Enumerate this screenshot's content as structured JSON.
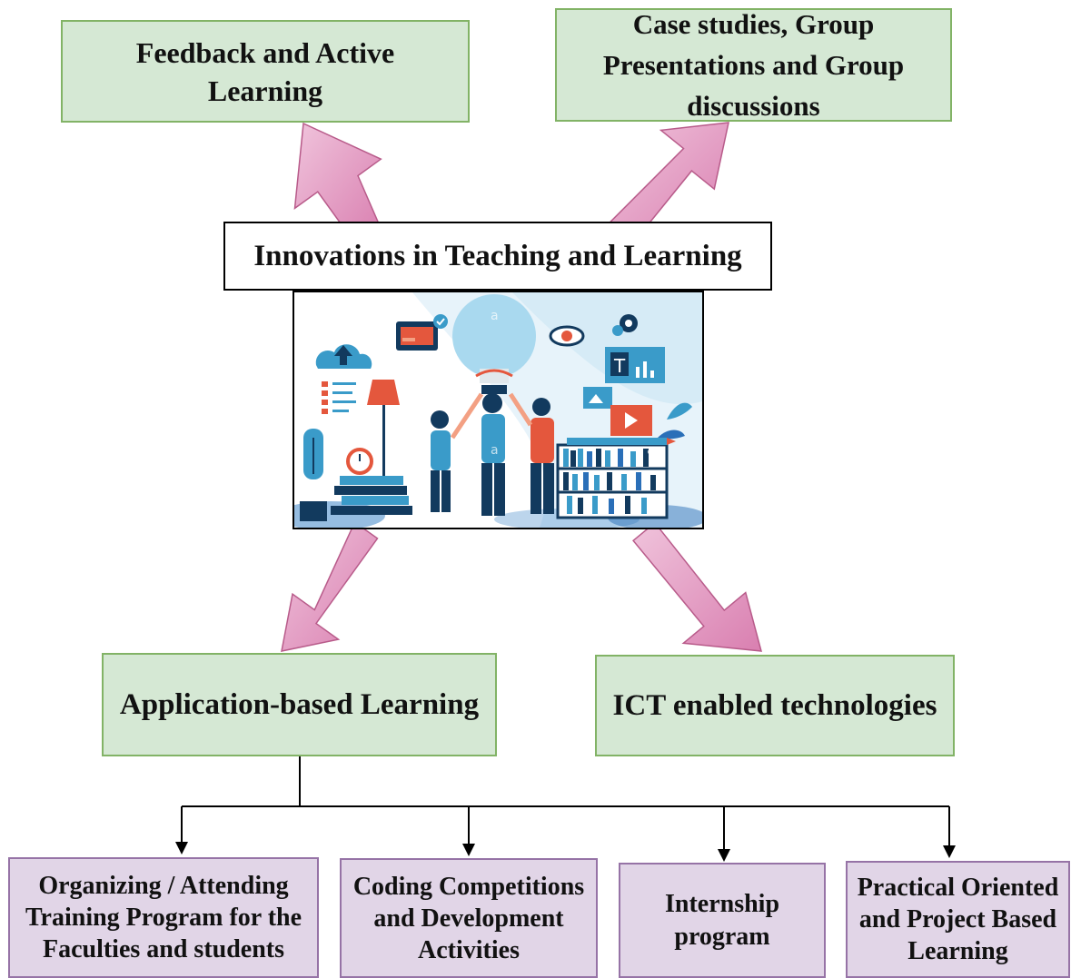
{
  "diagram": {
    "center_title": "Innovations in Teaching and Learning",
    "top_left": "Feedback and Active Learning",
    "top_right": "Case studies, Group Presentations and Group discussions",
    "bottom_left": "Application-based Learning",
    "bottom_right": "ICT enabled technologies",
    "sub_items": [
      {
        "label": "Organizing / Attending Training Program for the Faculties and students"
      },
      {
        "label": "Coding Competitions and Development Activities"
      },
      {
        "label": "Internship program"
      },
      {
        "label": "Practical Oriented and Project Based Learning"
      }
    ]
  },
  "illustration": {
    "icon_names": [
      "cloud-upload-icon",
      "credit-card-icon",
      "lightbulb-icon",
      "eye-icon",
      "gear-icon",
      "text-chart-icon",
      "play-video-icon",
      "lamp-icon",
      "alarm-clock-icon",
      "bookshelf-icon",
      "books-stack-icon",
      "plant-icon"
    ],
    "watermark_text": "a",
    "text_icon_letter": "T"
  },
  "colors": {
    "green_fill": "#d5e8d4",
    "green_border": "#82b366",
    "purple_fill": "#e1d5e7",
    "purple_border": "#9673a6",
    "arrow_fill": "#e6a8c8",
    "arrow_stroke": "#b85b8a"
  }
}
